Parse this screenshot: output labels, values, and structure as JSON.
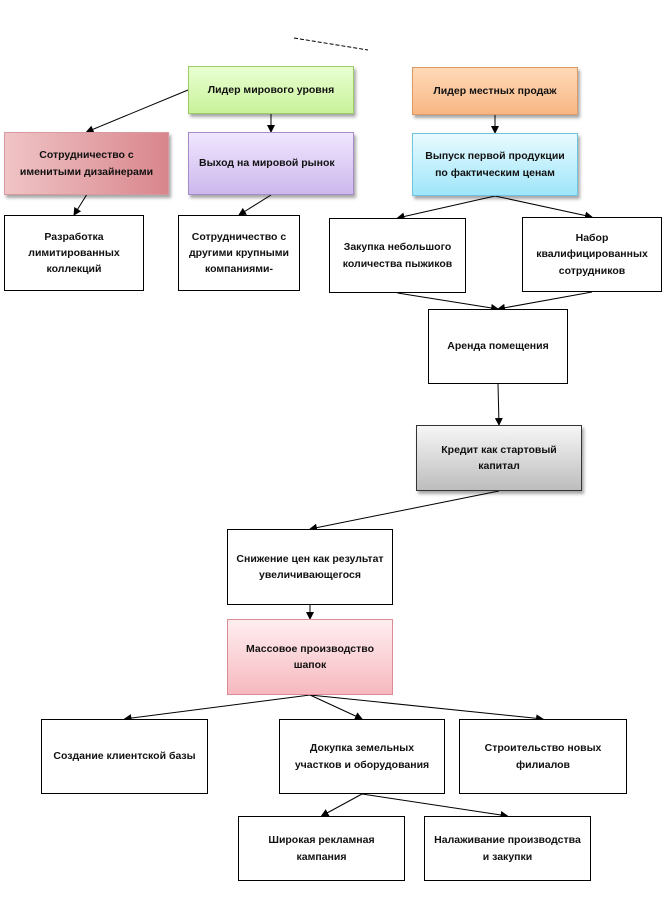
{
  "nodes": {
    "world_leader": "Лидер мирового уровня",
    "local_leader": "Лидер местных продаж",
    "designers": "Сотрудничество  с именитыми дизайнерами",
    "world_market": "Выход на мировой рынок",
    "first_products": "Выпуск первой продукции по фактическим ценам",
    "limited": "Разработка лимитированных коллекций",
    "companies": "Сотрудничество  с другими крупными компаниями-",
    "purchase": "Закупка небольшого количества пыжиков",
    "staff": "Набор квалифицированных сотрудников",
    "rent": "Аренда помещения",
    "credit": "Кредит как стартовый капитал",
    "price_cut": "Снижение  цен как результат увеличивающегося",
    "mass": "Массовое производство шапок",
    "clients": "Создание клиентской базы",
    "land": "Докупка земельных участков и оборудования",
    "branches": "Строительство  новых филиалов",
    "ads": "Широкая рекламная кампания",
    "supply": "Налаживание производства и закупки"
  },
  "edges": [
    [
      "world_leader",
      "designers"
    ],
    [
      "world_leader",
      "world_market"
    ],
    [
      "designers",
      "limited"
    ],
    [
      "world_market",
      "companies"
    ],
    [
      "local_leader",
      "first_products"
    ],
    [
      "first_products",
      "purchase"
    ],
    [
      "first_products",
      "staff"
    ],
    [
      "purchase",
      "rent"
    ],
    [
      "staff",
      "rent"
    ],
    [
      "rent",
      "credit"
    ],
    [
      "credit",
      "price_cut"
    ],
    [
      "price_cut",
      "mass"
    ],
    [
      "mass",
      "clients"
    ],
    [
      "mass",
      "land"
    ],
    [
      "mass",
      "branches"
    ],
    [
      "land",
      "ads"
    ],
    [
      "land",
      "supply"
    ]
  ]
}
